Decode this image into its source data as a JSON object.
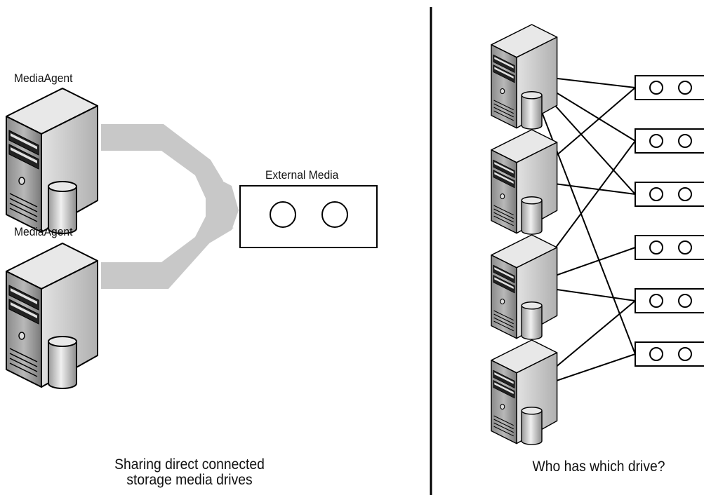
{
  "left_panel": {
    "agents": [
      {
        "label": "MediaAgent"
      },
      {
        "label": "MediaAgent"
      }
    ],
    "external_media_label": "External Media",
    "caption_line1": "Sharing direct connected",
    "caption_line2": "storage media drives"
  },
  "right_panel": {
    "caption": "Who has which drive?",
    "server_count": 4,
    "drive_count": 6,
    "connections": [
      [
        0,
        0
      ],
      [
        0,
        1
      ],
      [
        0,
        2
      ],
      [
        0,
        5
      ],
      [
        1,
        0
      ],
      [
        1,
        2
      ],
      [
        2,
        1
      ],
      [
        2,
        3
      ],
      [
        2,
        4
      ],
      [
        3,
        4
      ],
      [
        3,
        5
      ]
    ]
  },
  "colors": {
    "arrow": "#c8c8c8",
    "stroke": "#000000",
    "server_face": "#9a9a9a",
    "server_top": "#e6e6e6",
    "server_side": "#d2d2d2"
  }
}
